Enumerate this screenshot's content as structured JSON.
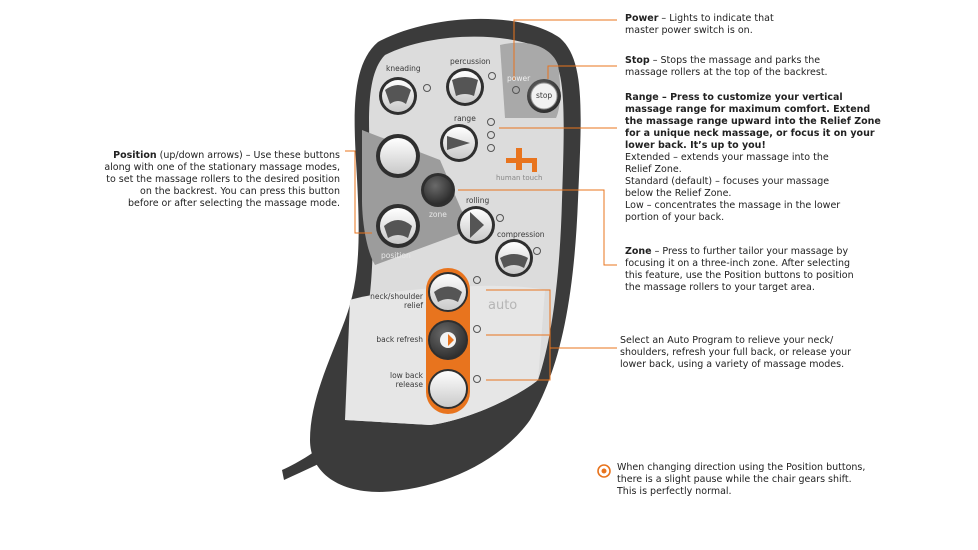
{
  "remote": {
    "buttons": {
      "kneading": "kneading",
      "percussion": "percussion",
      "power": "power",
      "stop": "stop",
      "range": "range",
      "zone": "zone",
      "rolling": "rolling",
      "compression": "compression",
      "position": "position",
      "auto": "auto",
      "neck_shoulder_relief_1": "neck/shoulder",
      "neck_shoulder_relief_2": "relief",
      "back_refresh": "back refresh",
      "low_back_release_1": "low back",
      "low_back_release_2": "release"
    },
    "brand": "human touch",
    "colors": {
      "body": "#3b3b3b",
      "face": "#dcdcdc",
      "accent": "#e8741e",
      "logo": "#e8741e"
    }
  },
  "annotations": {
    "power": {
      "title": "Power",
      "text": [
        " – Lights to indicate that",
        "master power switch is on."
      ]
    },
    "stop": {
      "title": "Stop",
      "text": [
        " – Stops the massage and parks the",
        "massage rollers at the top of the backrest."
      ]
    },
    "range": {
      "bold_lines": [
        "Range – Press to customize your vertical",
        "massage range for maximum comfort. Extend",
        "the massage range upward into the Relief Zone",
        "for a unique neck massage, or focus it on your",
        "lower back. It’s up to you!"
      ],
      "lines": [
        "Extended – extends your massage into the",
        "Relief Zone.",
        "Standard (default) – focuses your massage",
        "below the Relief Zone.",
        "Low – concentrates the massage in the lower",
        "portion of your back."
      ]
    },
    "position": {
      "title": "Position",
      "lines": [
        " (up/down arrows) – Use these buttons",
        "along with one of the stationary massage modes,",
        "to set the massage rollers to the desired position",
        "on the backrest. You can press this button",
        "before or after selecting the massage mode."
      ]
    },
    "zone": {
      "title": "Zone",
      "lines": [
        " – Press to further tailor your massage by",
        "focusing it on a three-inch zone. After selecting",
        "this feature, use the Position buttons to position",
        "the massage rollers to your target area."
      ]
    },
    "auto": {
      "lines": [
        "Select an Auto Program to relieve your neck/",
        "shoulders, refresh your full back, or release your",
        "lower back, using a variety of massage modes."
      ]
    },
    "tip": {
      "lines": [
        "When changing direction using the Position buttons,",
        "there is a slight pause while the chair gears shift.",
        "This is perfectly normal."
      ],
      "icon": "target-icon"
    }
  }
}
